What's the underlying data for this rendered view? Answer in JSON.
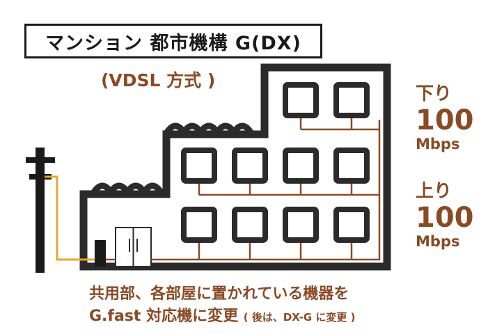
{
  "title": "マンション 都市機構 G(DX)",
  "subtitle": "(VDSL 方式 )",
  "download": {
    "label": "下り",
    "value": "100",
    "unit": "Mbps"
  },
  "upload": {
    "label": "上り",
    "value": "100",
    "unit": "Mbps"
  },
  "caption": {
    "line1": "共用部、各部屋に置かれている機器を",
    "line2": "G.fast 対応機に変更",
    "line2_note": "( 後は、DX-G に変更 )"
  },
  "colors": {
    "outline": "#2b2b2b",
    "wire": "#8a4a24",
    "line_in": "#e8a530",
    "text_brown": "#8a4a24"
  }
}
